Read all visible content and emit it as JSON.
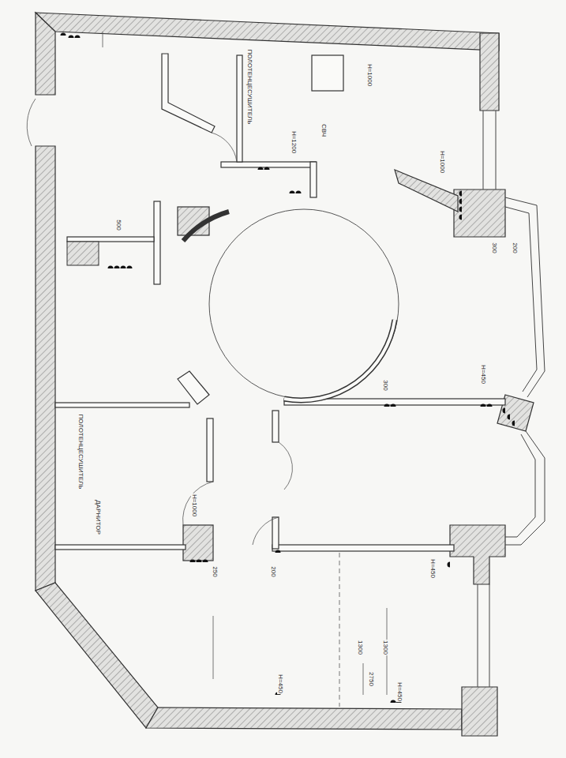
{
  "diagram": {
    "labels": [
      "ПОЛОТЕНЦЕСУШИТЕЛЬ",
      "СВЧ",
      "Н=1200",
      "Н=1000",
      "Н=1000",
      "300",
      "200",
      "500",
      "Н=450",
      "300",
      "ПОЛОТЕНЦЕСУШИТЕЛЬ",
      "ДАРНИТОР",
      "Н=1000",
      "250",
      "200",
      "Н=450",
      "2750",
      "1300",
      "1300",
      "Н=450",
      "Н=450"
    ]
  }
}
